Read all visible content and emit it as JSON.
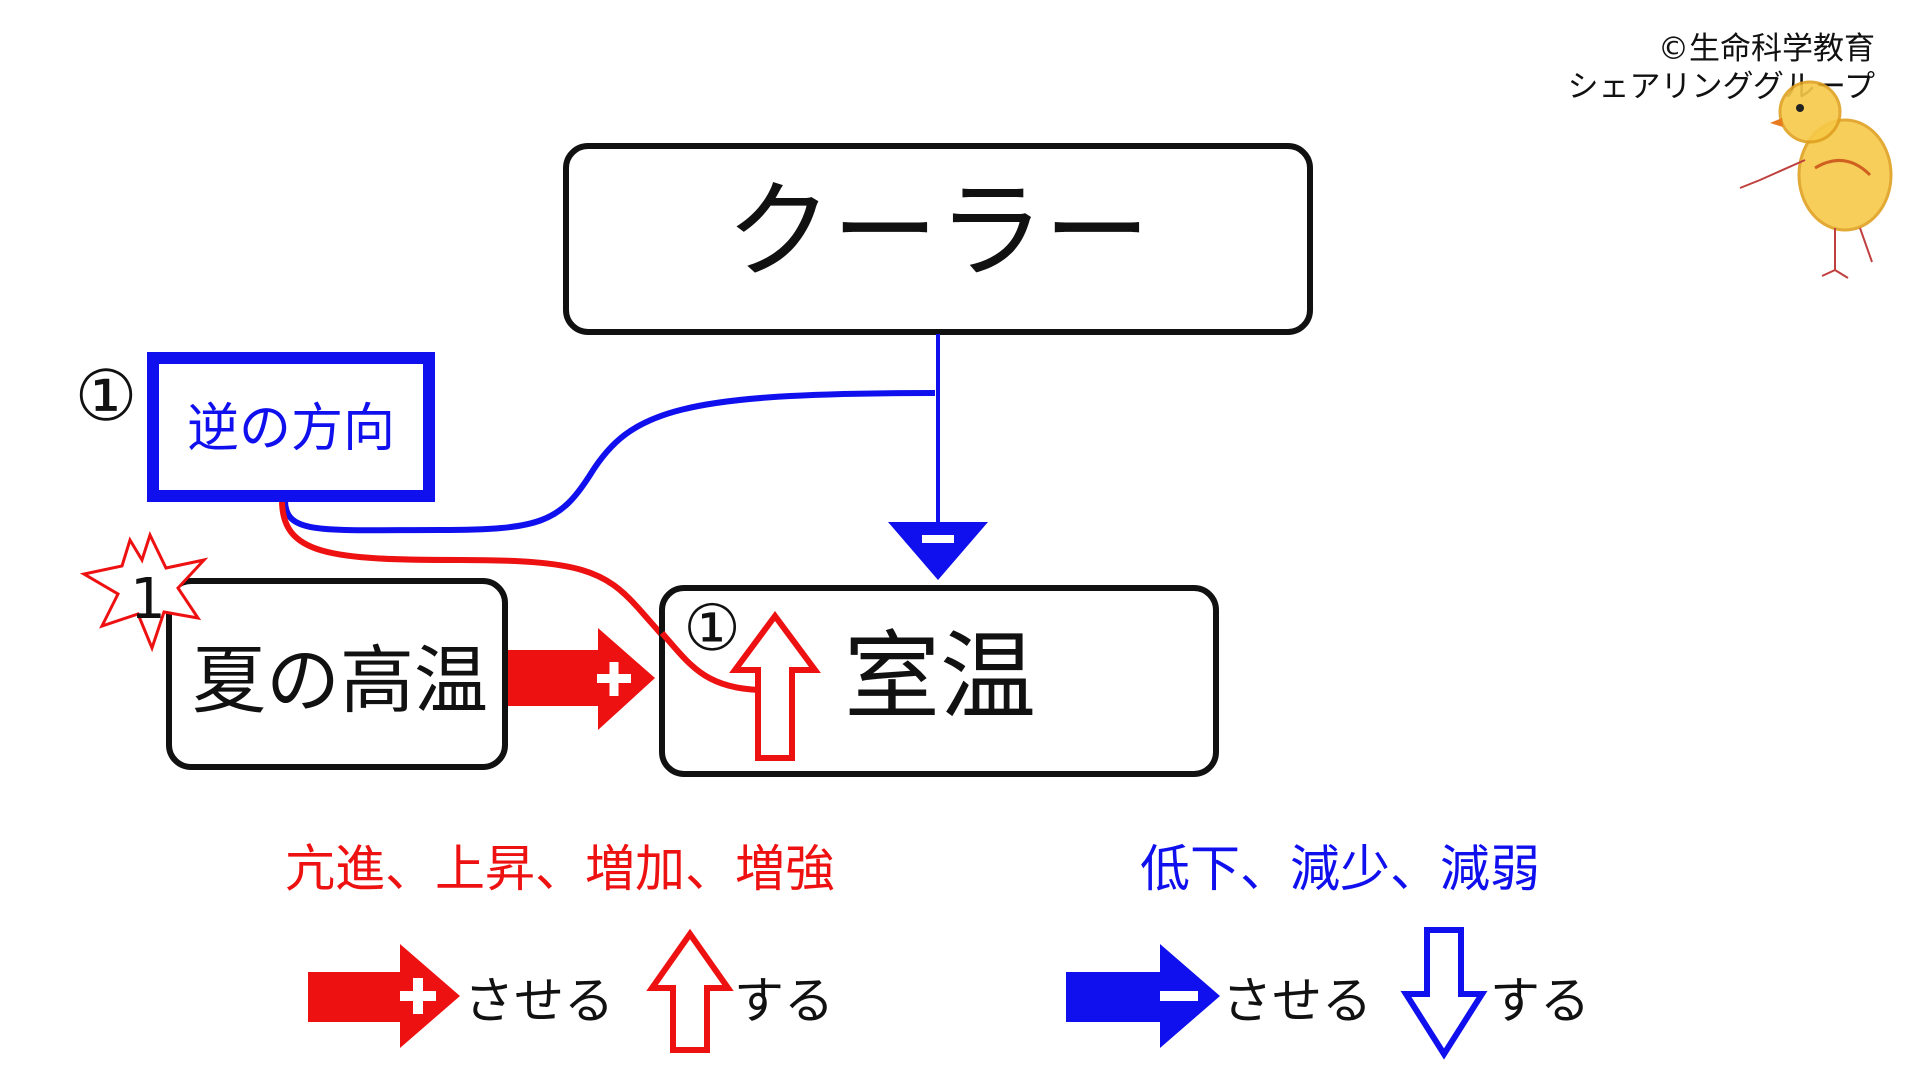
{
  "copyright": {
    "line1": "©生命科学教育",
    "line2": "シェアリンググループ"
  },
  "nodes": {
    "cooler": "クーラー",
    "reverse": "逆の方向",
    "summer_heat": "夏の高温",
    "room_temp": "室温"
  },
  "markers": {
    "circle_one_left": "①",
    "circle_one_room": "①",
    "burst_number": "1"
  },
  "edges": {
    "cooler_to_room": {
      "sign": "−",
      "color": "#1010ee"
    },
    "summer_to_room": {
      "sign": "+",
      "color": "#ee1111"
    }
  },
  "legend": {
    "increase_terms": "亢進、上昇、増加、増強",
    "decrease_terms": "低下、減少、減弱",
    "cause_label_plus": "させる",
    "do_label_up": "する",
    "cause_label_minus": "させる",
    "do_label_down": "する"
  },
  "colors": {
    "red": "#ee1111",
    "blue": "#1010ee",
    "black": "#111111"
  },
  "icons": {
    "mascot": "chick-mascot-icon",
    "burst": "starburst-icon"
  }
}
